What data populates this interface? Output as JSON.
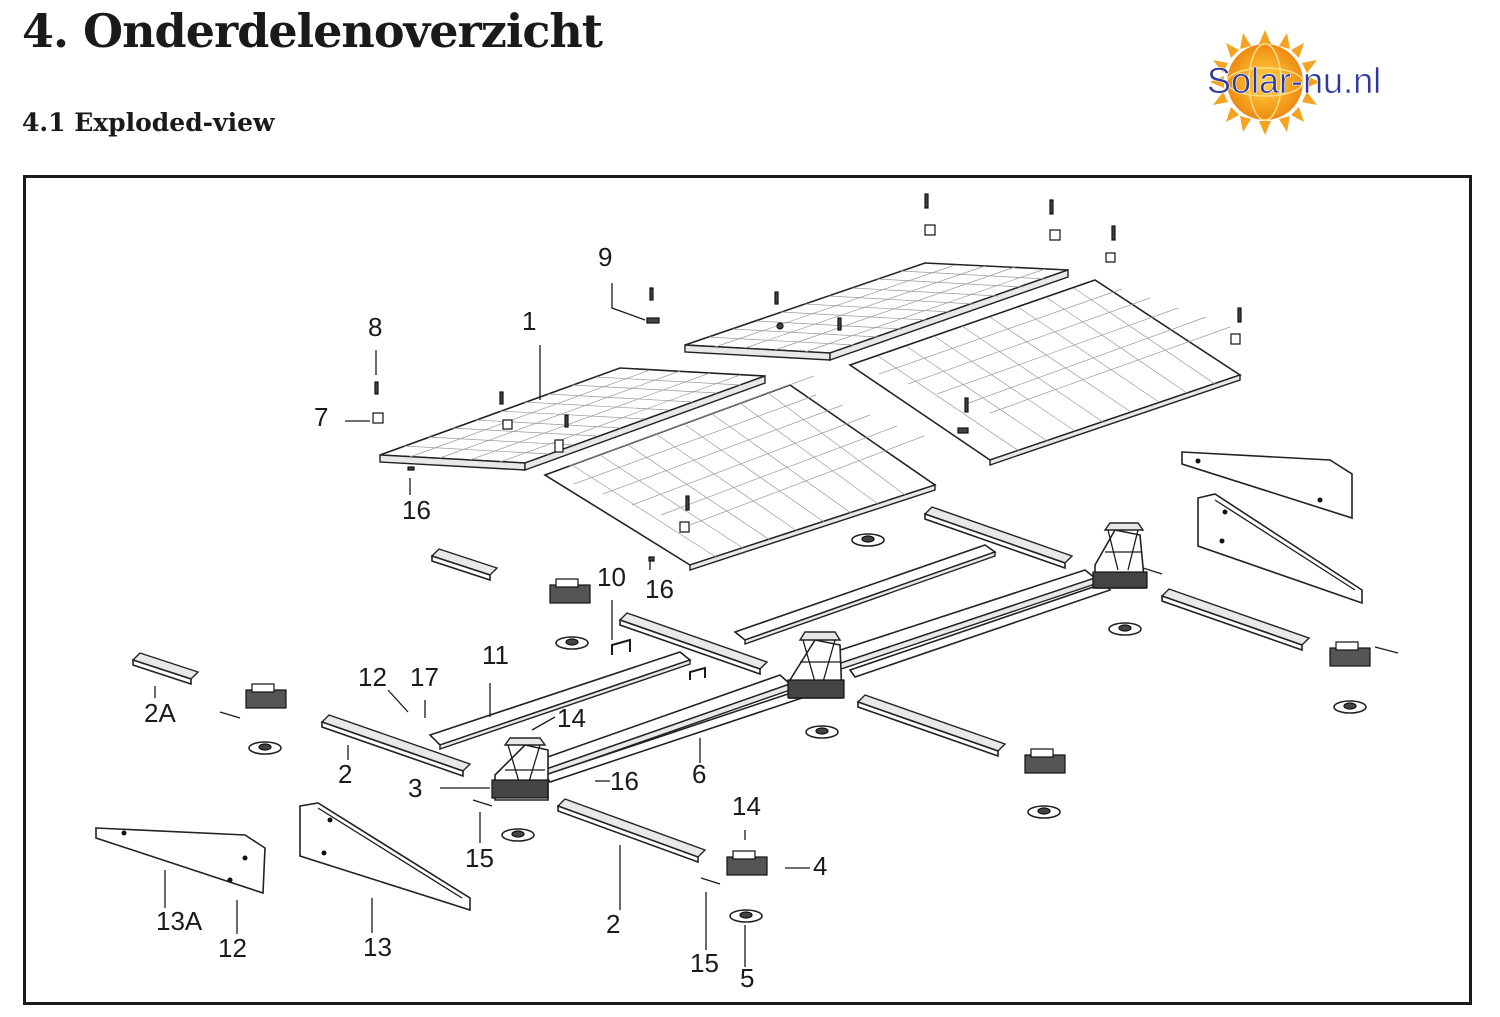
{
  "header": {
    "title": "4. Onderdelenoverzicht",
    "subtitle": "4.1 Exploded-view"
  },
  "logo": {
    "text": "Solar-nu.nl",
    "sun_color": "#f5a11e",
    "text_color": "#2f3a9c"
  },
  "callouts": {
    "p1": "1",
    "p2a": "2",
    "p2b": "2",
    "p2A": "2A",
    "p3": "3",
    "p4": "4",
    "p5": "5",
    "p6": "6",
    "p7": "7",
    "p8": "8",
    "p9": "9",
    "p10": "10",
    "p11": "11",
    "p12a": "12",
    "p12b": "12",
    "p13": "13",
    "p13A": "13A",
    "p14a": "14",
    "p14b": "14",
    "p15a": "15",
    "p15b": "15",
    "p16a": "16",
    "p16b": "16",
    "p16c": "16",
    "p17": "17"
  }
}
